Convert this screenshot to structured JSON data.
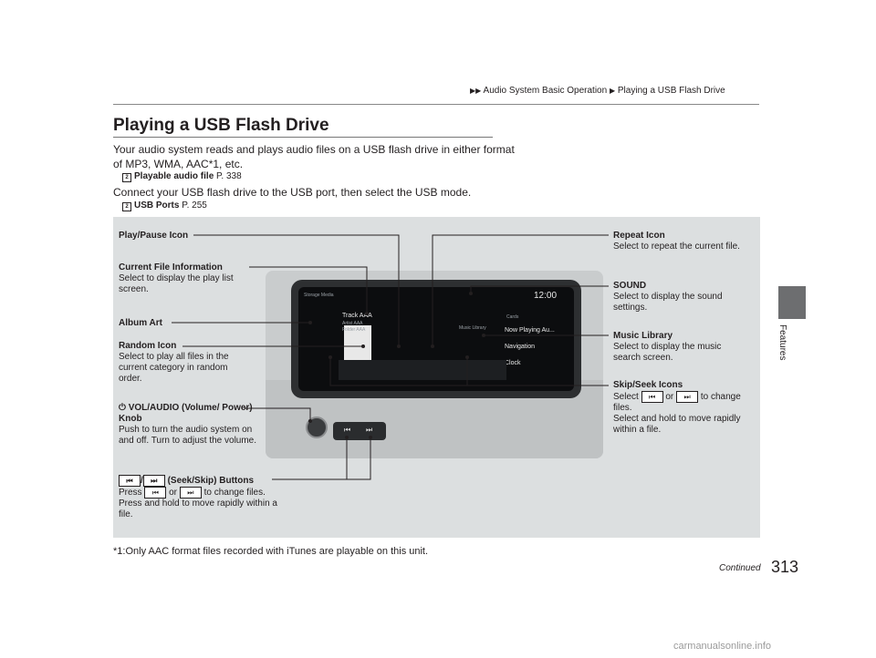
{
  "breadcrumb": {
    "part1": "Audio System Basic Operation",
    "part2": "Playing a USB Flash Drive"
  },
  "side_label": "Features",
  "title": "Playing a USB Flash Drive",
  "para1": {
    "line1": "Your audio system reads and plays audio files on a USB flash drive in either format",
    "line2": "of MP3, WMA, AAC*1, etc."
  },
  "xref1": {
    "label": "Playable audio file",
    "page": "P. 338"
  },
  "para2": "Connect your USB flash drive to the USB port, then select the USB mode.",
  "xref2": {
    "label": "USB Ports",
    "page": "P. 255"
  },
  "screen": {
    "source": "Storage Media",
    "track": "Track AAA",
    "artist": "Artist AAA",
    "folder": "Folder AAA",
    "time": "12:00",
    "menu": [
      "Now Playing Au...",
      "Navigation",
      "Clock"
    ],
    "card": "Cards",
    "music_library": "Music Library"
  },
  "labels": {
    "play_pause": "Play/Pause Icon",
    "current_file": {
      "title": "Current File Information",
      "text": "Select to display the play list screen."
    },
    "album_art": "Album Art",
    "random": {
      "title": "Random Icon",
      "text": "Select to play all files in the current category in random order."
    },
    "vol_audio": {
      "title": "VOL/AUDIO (Volume/ Power) Knob",
      "text": "Push to turn the audio system on and off. Turn to adjust the volume."
    },
    "seek_skip": {
      "title": "(Seek/Skip) Buttons",
      "text_a": "Press",
      "text_b": "or",
      "text_c": "to change files.",
      "text_d": "Press and hold to move rapidly within a file."
    },
    "repeat": {
      "title": "Repeat Icon",
      "text": "Select to repeat the current file."
    },
    "sound": {
      "title": "SOUND",
      "text": "Select to display the sound settings."
    },
    "music_library": {
      "title": "Music Library",
      "text": "Select to display the music search screen."
    },
    "skip_seek_icons": {
      "title": "Skip/Seek Icons",
      "text_a": "Select",
      "text_b": "or",
      "text_c": "to change files.",
      "text_d": "Select and hold to move rapidly within a file."
    }
  },
  "footnote": "*1:Only AAC format files recorded with iTunes are playable on this unit.",
  "continued": "Continued",
  "page_number": "313",
  "watermark": "carmanualsonline.info"
}
